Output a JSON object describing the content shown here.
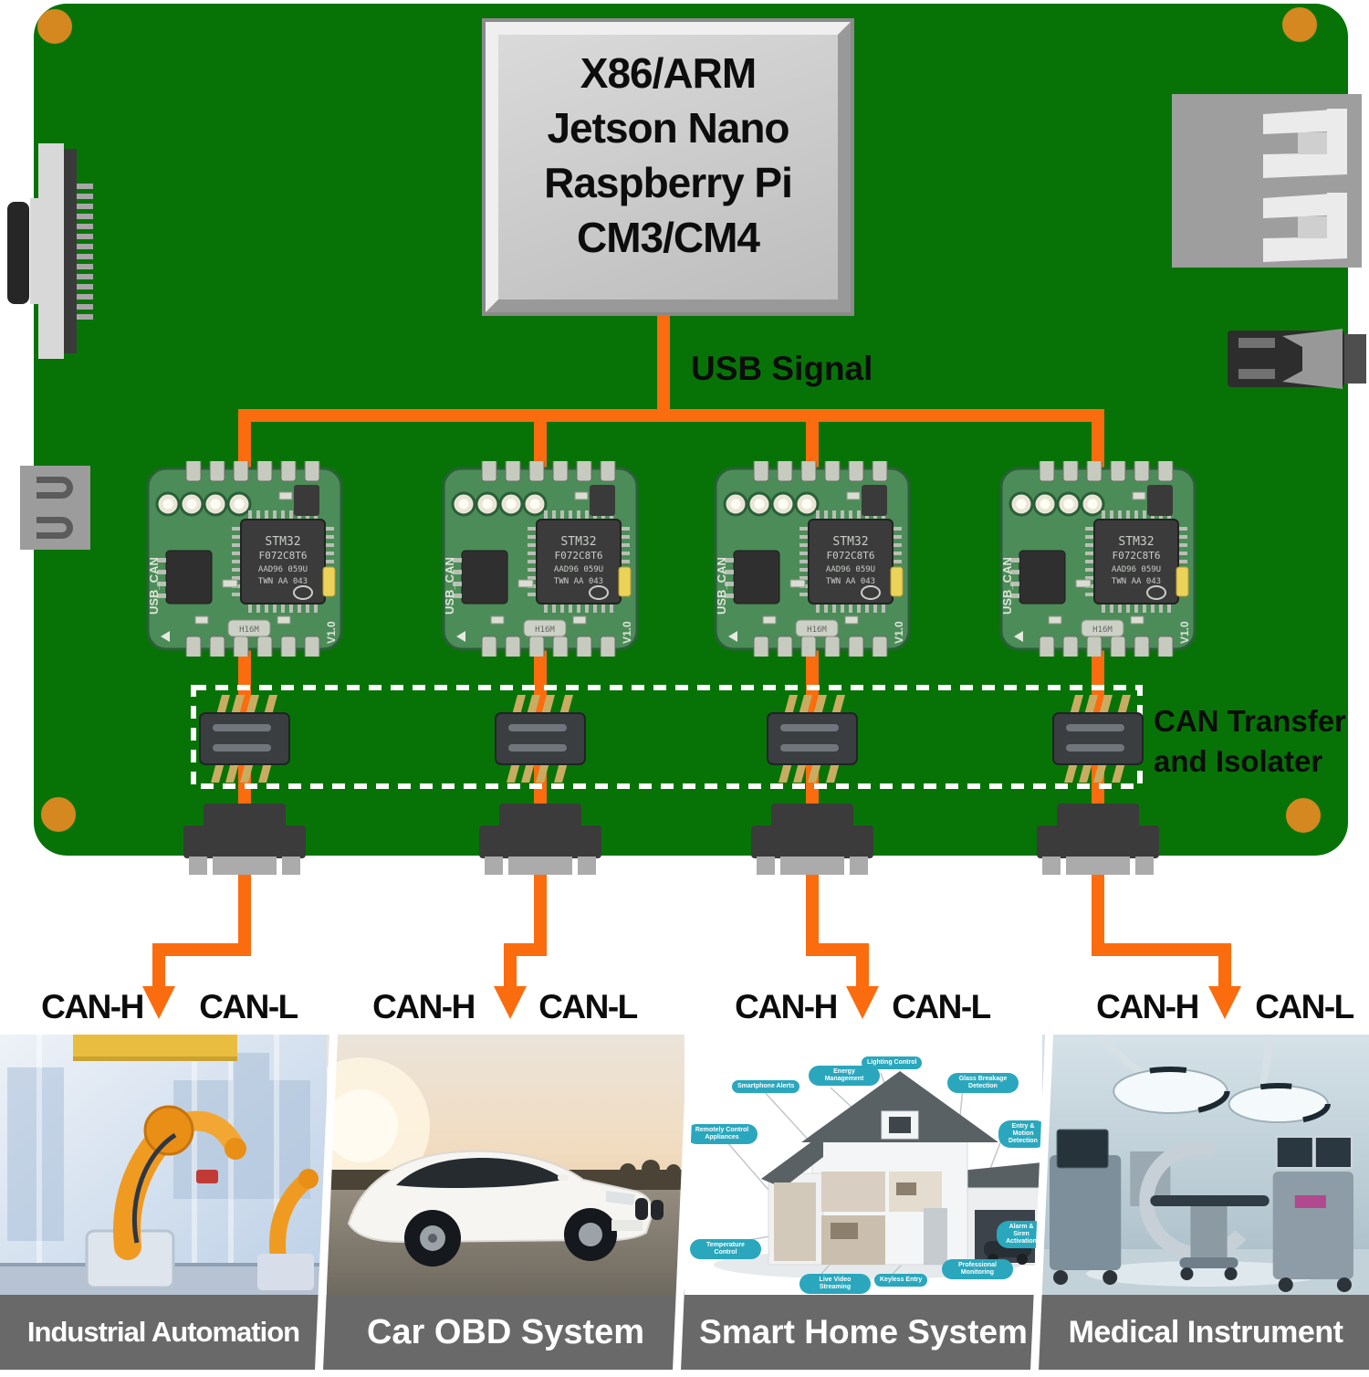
{
  "colors": {
    "board_green": "#077307",
    "module_green": "#4c8c58",
    "wire_orange": "#fb6c0e",
    "gold": "#d4881f",
    "caption_gray": "#696969",
    "teal": "#2aa7bd",
    "ink": "#0c0c0c"
  },
  "host_box": {
    "lines": [
      "X86/ARM",
      "Jetson Nano",
      "Raspberry Pi",
      "CM3/CM4"
    ]
  },
  "labels": {
    "usb_signal": "USB Signal",
    "isolator_line1": "CAN Transfer",
    "isolator_line2": "and Isolater"
  },
  "module": {
    "chip_lines": [
      "STM32",
      "F072C8T6",
      "AAD96 059U",
      "TWN AA 043"
    ],
    "silk_left": "USB_CAN",
    "silk_right": "V1.0",
    "crystal": "H16M"
  },
  "channels": [
    {
      "can_h": "CAN-H",
      "can_l": "CAN-L"
    },
    {
      "can_h": "CAN-H",
      "can_l": "CAN-L"
    },
    {
      "can_h": "CAN-H",
      "can_l": "CAN-L"
    },
    {
      "can_h": "CAN-H",
      "can_l": "CAN-L"
    }
  ],
  "applications": [
    {
      "label": "Industrial Automation"
    },
    {
      "label": "Car OBD System"
    },
    {
      "label": "Smart Home System",
      "callouts": [
        "Smartphone Alerts",
        "Energy Management",
        "Lighting Control",
        "Glass Breakage Detection",
        "Remotely Control Appliances",
        "Entry & Motion Detection",
        "Temperature Control",
        "Live Video Streaming",
        "Keyless Entry",
        "Professional Monitoring",
        "Alarm & Siren Activation"
      ]
    },
    {
      "label": "Medical Instrument"
    }
  ]
}
